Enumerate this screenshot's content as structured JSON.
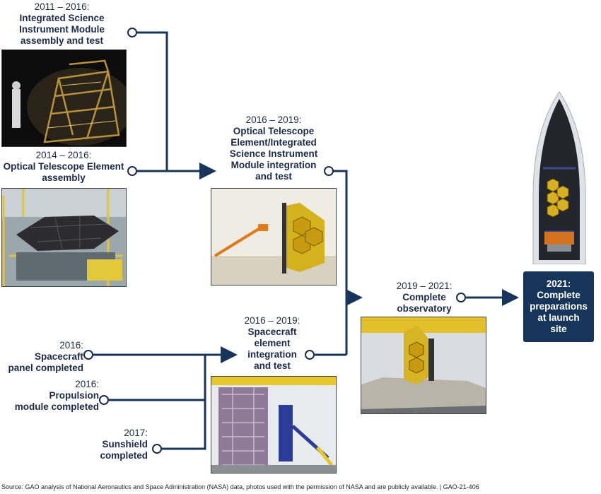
{
  "milestones": {
    "isim": {
      "years": "2011 – 2016:",
      "title": [
        "Integrated Science",
        "Instrument Module",
        "assembly and test"
      ]
    },
    "ote": {
      "years": "2014 – 2016:",
      "title": [
        "Optical Telescope Element",
        "assembly"
      ]
    },
    "otis": {
      "years": "2016 – 2019:",
      "title": [
        "Optical Telescope",
        "Element/Integrated",
        "Science Instrument",
        "Module integration",
        "and test"
      ]
    },
    "sc_panel": {
      "years": "2016:",
      "title": [
        "Spacecraft",
        "panel completed"
      ]
    },
    "propulsion": {
      "years": "2016:",
      "title": [
        "Propulsion",
        "module completed"
      ]
    },
    "sunshield": {
      "years": "2017:",
      "title": [
        "Sunshield",
        "completed"
      ]
    },
    "sc_element": {
      "years": "2016 – 2019:",
      "title": [
        "Spacecraft",
        "element",
        "integration",
        "and test"
      ]
    },
    "observatory": {
      "years": "2019 – 2021:",
      "title": [
        "Complete",
        "observatory"
      ]
    },
    "launch": {
      "years": "2021:",
      "title": [
        "Complete",
        "preparations",
        "at launch",
        "site"
      ]
    }
  },
  "source": "Source: GAO analysis of National Aeronautics and Space Administration (NASA) data, photos used with the permission of NASA and are publicly available.  | GAO-21-406",
  "colors": {
    "line": "#17345a",
    "box": "#17345a",
    "text": "#1c2a4a"
  }
}
